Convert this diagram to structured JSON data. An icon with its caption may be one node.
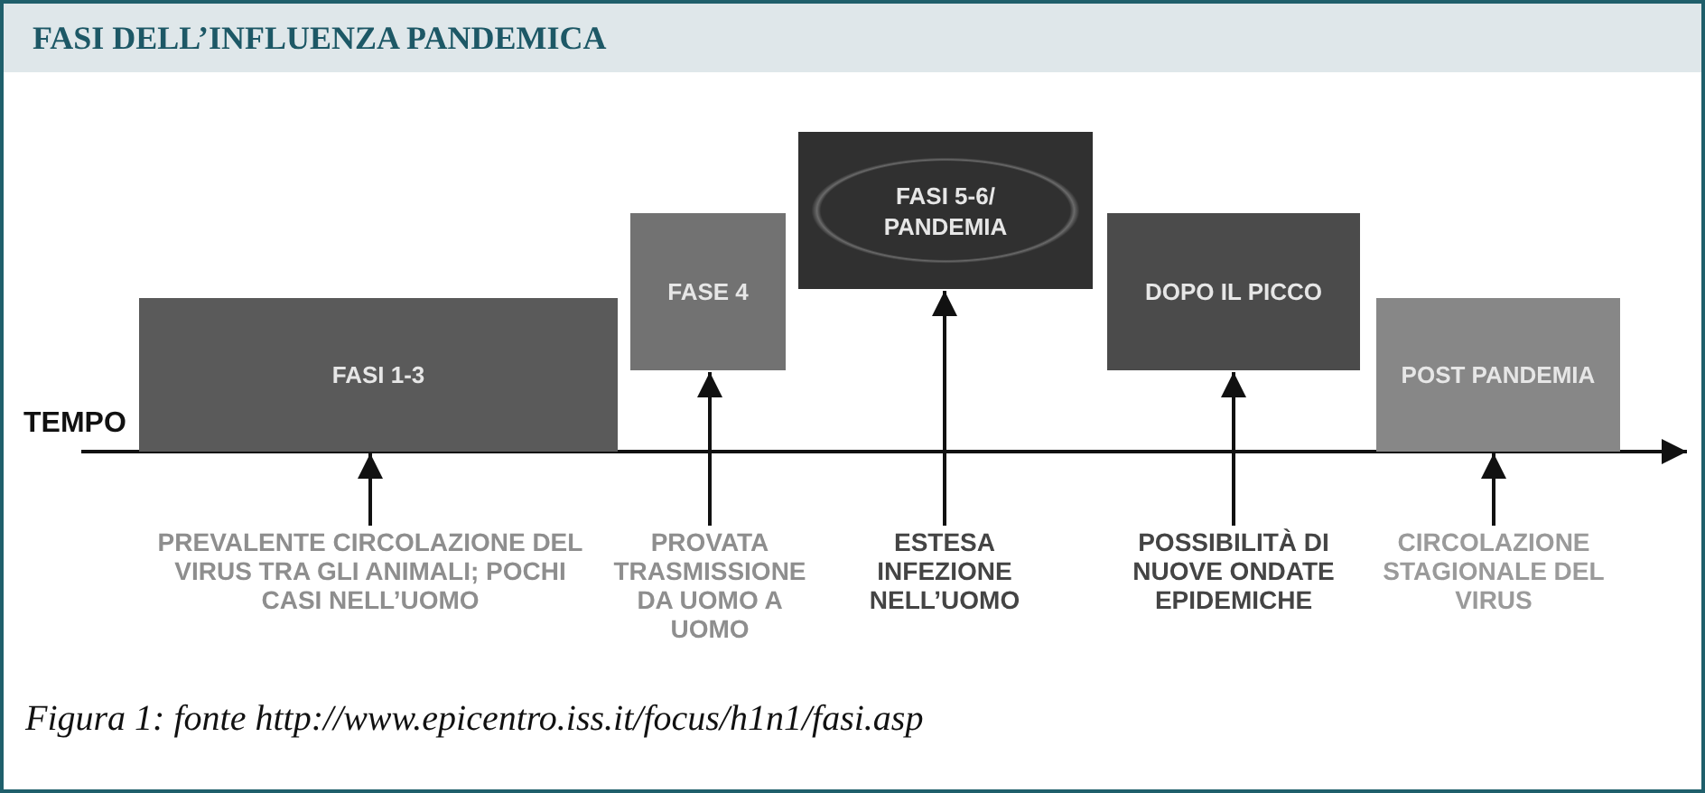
{
  "diagram": {
    "title": "FASI DELL’INFLUENZA PANDEMICA",
    "caption": "Figura 1: fonte http://www.epicentro.iss.it/focus/h1n1/fasi.asp",
    "nodes": [
      {
        "text": [
          "FASI 1-3"
        ]
      },
      {
        "text": [
          "FASE 4"
        ]
      },
      {
        "text": [
          "FASI 5-6/ PANDEMIA"
        ]
      },
      {
        "text": [
          "DOPO IL PICCO"
        ]
      },
      {
        "text": [
          "POST PANDEMIA"
        ]
      },
      {
        "text": [
          "PREVALENTE CIRCOLAZIONE DEL VIRUS TRA GLI ANIMALI; POCHI CASI NELL’UOMO"
        ]
      },
      {
        "text": [
          "PROVATA TRASMISSIONE DA UOMO A UOMO"
        ]
      },
      {
        "text": [
          "ESTESA INFEZIONE NELL’UOMO"
        ]
      },
      {
        "text": [
          "POSSIBILITÀ DI NUOVE ONDATE EPIDEMICHE"
        ]
      },
      {
        "text": [
          "CIRCOLAZIONE STAGIONALE DEL VIRUS"
        ]
      }
    ],
    "edges": [
      {
        "from": 5,
        "to": 0,
        "arrow": "to"
      },
      {
        "from": 6,
        "to": 1,
        "arrow": "to"
      },
      {
        "from": 7,
        "to": 2,
        "arrow": "to"
      },
      {
        "from": 8,
        "to": 3,
        "arrow": "to"
      },
      {
        "from": 9,
        "to": 4,
        "arrow": "to"
      }
    ],
    "labels": [
      "TEMPO"
    ]
  }
}
